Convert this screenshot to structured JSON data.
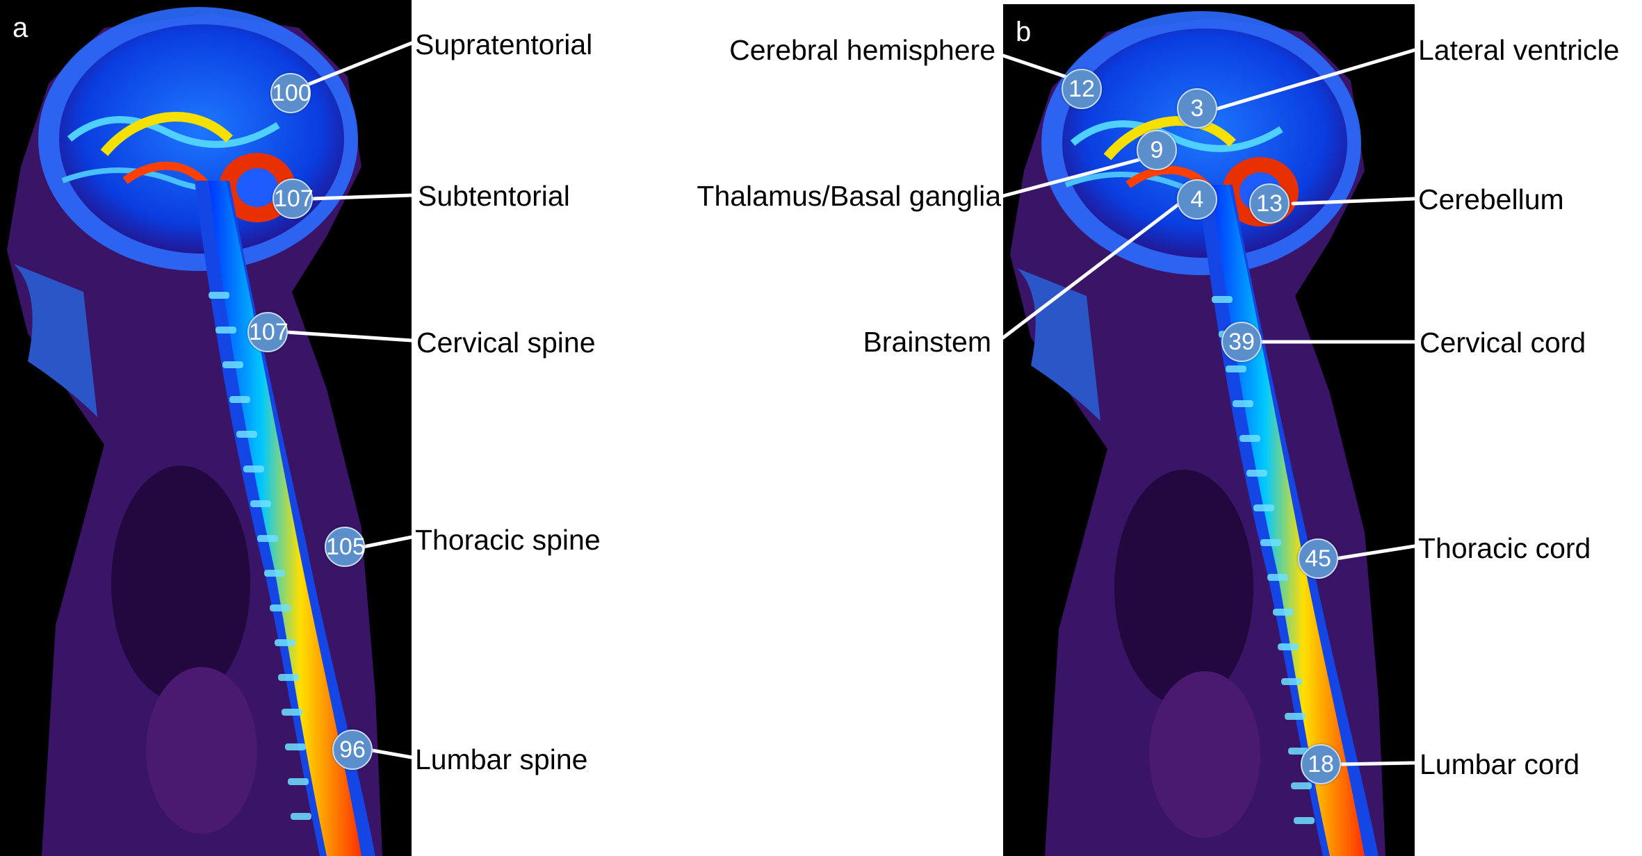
{
  "panel_a": {
    "letter": "a",
    "regions": [
      {
        "label": "Supratentorial",
        "value": "100"
      },
      {
        "label": "Subtentorial",
        "value": "107"
      },
      {
        "label": "Cervical spine",
        "value": "107"
      },
      {
        "label": "Thoracic spine",
        "value": "105"
      },
      {
        "label": "Lumbar spine",
        "value": "96"
      }
    ]
  },
  "panel_b": {
    "letter": "b",
    "regions": [
      {
        "label": "Cerebral hemisphere",
        "value": "12"
      },
      {
        "label": "Lateral ventricle",
        "value": "3"
      },
      {
        "label": "Thalamus/Basal ganglia",
        "value": "9"
      },
      {
        "label": "Cerebellum",
        "value": "13"
      },
      {
        "label": "Brainstem",
        "value": "4"
      },
      {
        "label": "Cervical cord",
        "value": "39"
      },
      {
        "label": "Thoracic cord",
        "value": "45"
      },
      {
        "label": "Lumbar cord",
        "value": "18"
      }
    ]
  },
  "colors": {
    "badge_fill": "#5a8fcc",
    "badge_border": "#c9dcf2",
    "leader_line": "#ffffff",
    "label_text": "#000000",
    "background": "#000000"
  }
}
